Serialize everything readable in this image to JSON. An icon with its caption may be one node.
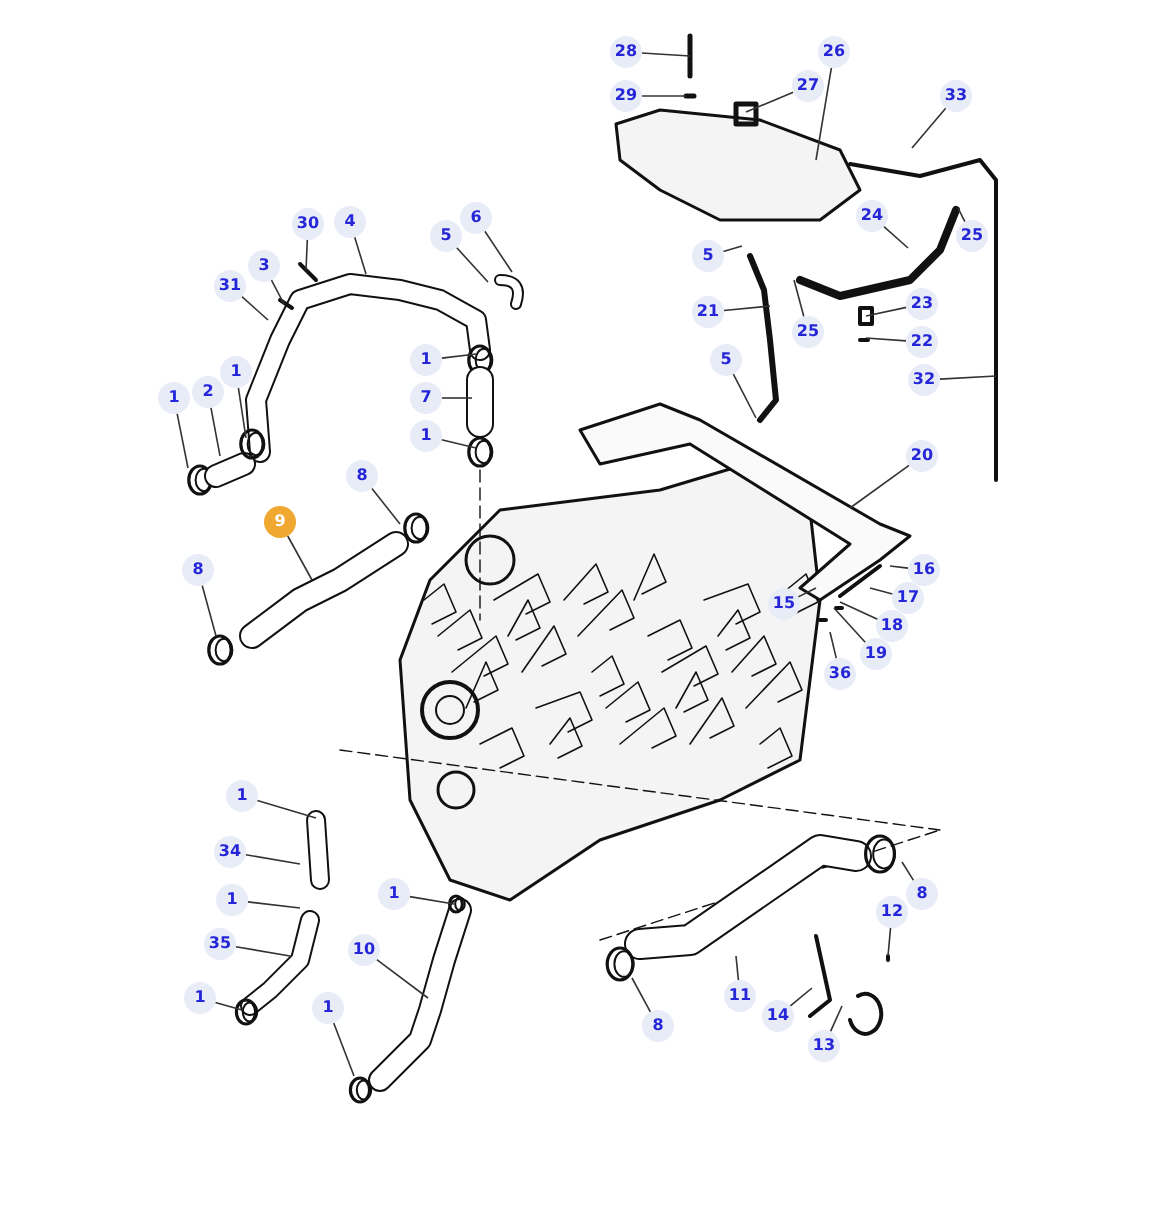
{
  "diagram": {
    "nodes": [
      {
        "text": [
          "28"
        ]
      },
      {
        "text": [
          "26"
        ]
      },
      {
        "text": [
          "29"
        ]
      },
      {
        "text": [
          "27"
        ]
      },
      {
        "text": [
          "33"
        ]
      },
      {
        "text": [
          "6"
        ]
      },
      {
        "text": [
          "4"
        ]
      },
      {
        "text": [
          "30"
        ]
      },
      {
        "text": [
          "5"
        ]
      },
      {
        "text": [
          "3"
        ]
      },
      {
        "text": [
          "5"
        ]
      },
      {
        "text": [
          "24"
        ]
      },
      {
        "text": [
          "25"
        ]
      },
      {
        "text": [
          "31"
        ]
      },
      {
        "text": [
          "23"
        ]
      },
      {
        "text": [
          "21"
        ]
      },
      {
        "text": [
          "25"
        ]
      },
      {
        "text": [
          "22"
        ]
      },
      {
        "text": [
          "5"
        ]
      },
      {
        "text": [
          "32"
        ]
      },
      {
        "text": [
          "1"
        ]
      },
      {
        "text": [
          "1"
        ]
      },
      {
        "text": [
          "2"
        ]
      },
      {
        "text": [
          "1"
        ]
      },
      {
        "text": [
          "7"
        ]
      },
      {
        "text": [
          "1"
        ]
      },
      {
        "text": [
          "20"
        ]
      },
      {
        "text": [
          "8"
        ]
      },
      {
        "text": [
          "9"
        ]
      },
      {
        "text": [
          "8"
        ]
      },
      {
        "text": [
          "16"
        ]
      },
      {
        "text": [
          "17"
        ]
      },
      {
        "text": [
          "15"
        ]
      },
      {
        "text": [
          "18"
        ]
      },
      {
        "text": [
          "19"
        ]
      },
      {
        "text": [
          "36"
        ]
      },
      {
        "text": [
          "1"
        ]
      },
      {
        "text": [
          "34"
        ]
      },
      {
        "text": [
          "1"
        ]
      },
      {
        "text": [
          "1"
        ]
      },
      {
        "text": [
          "35"
        ]
      },
      {
        "text": [
          "10"
        ]
      },
      {
        "text": [
          "1"
        ]
      },
      {
        "text": [
          "8"
        ]
      },
      {
        "text": [
          "12"
        ]
      },
      {
        "text": [
          "1"
        ]
      },
      {
        "text": [
          "11"
        ]
      },
      {
        "text": [
          "8"
        ]
      },
      {
        "text": [
          "14"
        ]
      },
      {
        "text": [
          "13"
        ]
      }
    ],
    "edges": [
      {
        "from": 0,
        "to": null,
        "arrow": "none"
      },
      {
        "from": 1,
        "to": null,
        "arrow": "none"
      },
      {
        "from": 2,
        "to": null,
        "arrow": "none"
      },
      {
        "from": 3,
        "to": null,
        "arrow": "none"
      },
      {
        "from": 4,
        "to": null,
        "arrow": "none"
      },
      {
        "from": 5,
        "to": null,
        "arrow": "none"
      },
      {
        "from": 6,
        "to": null,
        "arrow": "none"
      },
      {
        "from": 7,
        "to": null,
        "arrow": "none"
      },
      {
        "from": 8,
        "to": null,
        "arrow": "none"
      },
      {
        "from": 9,
        "to": null,
        "arrow": "none"
      },
      {
        "from": 10,
        "to": null,
        "arrow": "none"
      },
      {
        "from": 11,
        "to": null,
        "arrow": "none"
      },
      {
        "from": 12,
        "to": null,
        "arrow": "none"
      },
      {
        "from": 13,
        "to": null,
        "arrow": "none"
      },
      {
        "from": 14,
        "to": null,
        "arrow": "none"
      },
      {
        "from": 15,
        "to": null,
        "arrow": "none"
      },
      {
        "from": 16,
        "to": null,
        "arrow": "none"
      },
      {
        "from": 17,
        "to": null,
        "arrow": "none"
      },
      {
        "from": 18,
        "to": null,
        "arrow": "none"
      },
      {
        "from": 19,
        "to": null,
        "arrow": "none"
      },
      {
        "from": 20,
        "to": null,
        "arrow": "none"
      },
      {
        "from": 21,
        "to": null,
        "arrow": "none"
      },
      {
        "from": 22,
        "to": null,
        "arrow": "none"
      },
      {
        "from": 23,
        "to": null,
        "arrow": "none"
      },
      {
        "from": 24,
        "to": null,
        "arrow": "none"
      },
      {
        "from": 25,
        "to": null,
        "arrow": "none"
      },
      {
        "from": 26,
        "to": null,
        "arrow": "none"
      },
      {
        "from": 27,
        "to": null,
        "arrow": "none"
      },
      {
        "from": 28,
        "to": null,
        "arrow": "none"
      },
      {
        "from": 29,
        "to": null,
        "arrow": "none"
      },
      {
        "from": 30,
        "to": null,
        "arrow": "none"
      },
      {
        "from": 31,
        "to": null,
        "arrow": "none"
      },
      {
        "from": 32,
        "to": null,
        "arrow": "none"
      },
      {
        "from": 33,
        "to": null,
        "arrow": "none"
      },
      {
        "from": 34,
        "to": null,
        "arrow": "none"
      },
      {
        "from": 35,
        "to": null,
        "arrow": "none"
      },
      {
        "from": 36,
        "to": null,
        "arrow": "none"
      },
      {
        "from": 37,
        "to": null,
        "arrow": "none"
      },
      {
        "from": 38,
        "to": null,
        "arrow": "none"
      },
      {
        "from": 39,
        "to": null,
        "arrow": "none"
      },
      {
        "from": 40,
        "to": null,
        "arrow": "none"
      },
      {
        "from": 41,
        "to": null,
        "arrow": "none"
      },
      {
        "from": 42,
        "to": null,
        "arrow": "none"
      },
      {
        "from": 43,
        "to": null,
        "arrow": "none"
      },
      {
        "from": 44,
        "to": null,
        "arrow": "none"
      },
      {
        "from": 45,
        "to": null,
        "arrow": "none"
      },
      {
        "from": 46,
        "to": null,
        "arrow": "none"
      },
      {
        "from": 47,
        "to": null,
        "arrow": "none"
      },
      {
        "from": 48,
        "to": null,
        "arrow": "none"
      },
      {
        "from": 49,
        "to": null,
        "arrow": "none"
      }
    ]
  }
}
